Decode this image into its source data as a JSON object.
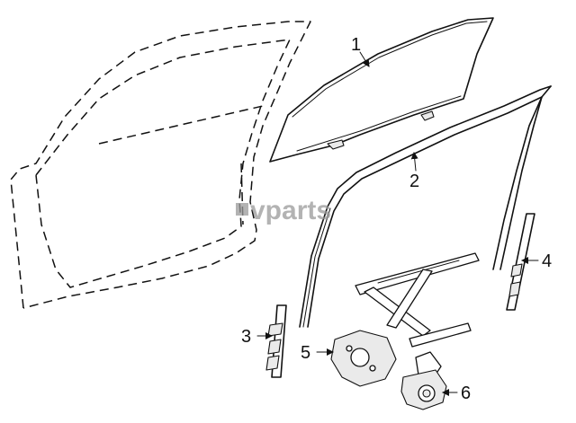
{
  "watermark": {
    "text": "vparts"
  },
  "callouts": [
    {
      "id": "1"
    },
    {
      "id": "2"
    },
    {
      "id": "3"
    },
    {
      "id": "4"
    },
    {
      "id": "5"
    },
    {
      "id": "6"
    }
  ]
}
